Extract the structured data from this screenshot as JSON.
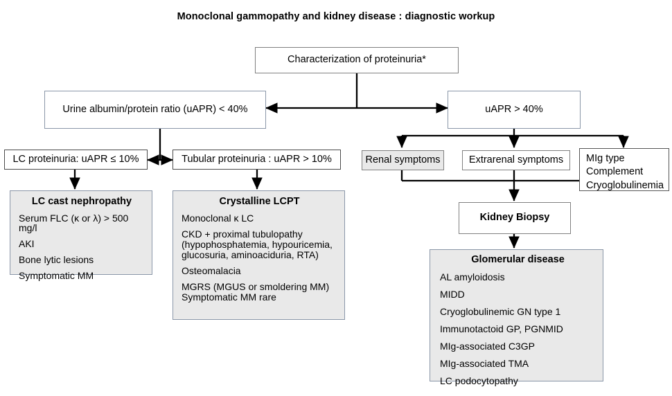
{
  "figure": {
    "title": "Monoclonal gammopathy and kidney disease : diagnostic workup"
  },
  "nodes": {
    "root": {
      "label": "Characterization of proteinuria*"
    },
    "uapr_low": {
      "label": "Urine albumin/protein ratio (uAPR) < 40%"
    },
    "uapr_high": {
      "label": "uAPR > 40%"
    },
    "lc_proteinuria": {
      "label": "LC proteinuria: uAPR ≤ 10%"
    },
    "tubular_proteinuria": {
      "label": "Tubular proteinuria : uAPR > 10%"
    },
    "renal_symptoms": {
      "label": "Renal symptoms"
    },
    "extrarenal_symptoms": {
      "label": "Extrarenal symptoms"
    },
    "mig_type": {
      "lines": [
        "MIg type",
        "Complement",
        "Cryoglobulinemia"
      ]
    },
    "kidney_biopsy": {
      "label": "Kidney Biopsy"
    }
  },
  "panels": {
    "lc_cast_nephropathy": {
      "title": "LC cast nephropathy",
      "lines": [
        "Serum FLC (κ or λ) > 500 mg/l",
        "AKI",
        "Bone lytic lesions",
        "Symptomatic MM"
      ]
    },
    "crystalline_lcpt": {
      "title": "Crystalline LCPT",
      "lines": [
        "Monoclonal κ LC",
        "CKD + proximal tubulopathy",
        "(hypophosphatemia, hypouricemia,",
        "glucosuria, aminoaciduria, RTA)",
        "Osteomalacia",
        "MGRS (MGUS or smoldering MM)",
        "Symptomatic MM rare"
      ]
    },
    "glomerular_disease": {
      "title": "Glomerular disease",
      "lines": [
        "AL amyloidosis",
        "MIDD",
        "Cryoglobulinemic GN type 1",
        "Immunotactoid GP, PGNMID",
        "MIg-associated C3GP",
        "MIg-associated TMA",
        "LC podocytopathy"
      ]
    }
  },
  "colors": {
    "panel_fill": "#e9e9e9",
    "panel_border": "#8a96a8",
    "box_border": "#8a96a8",
    "wire": "#000000",
    "background": "#ffffff",
    "text": "#000000"
  }
}
